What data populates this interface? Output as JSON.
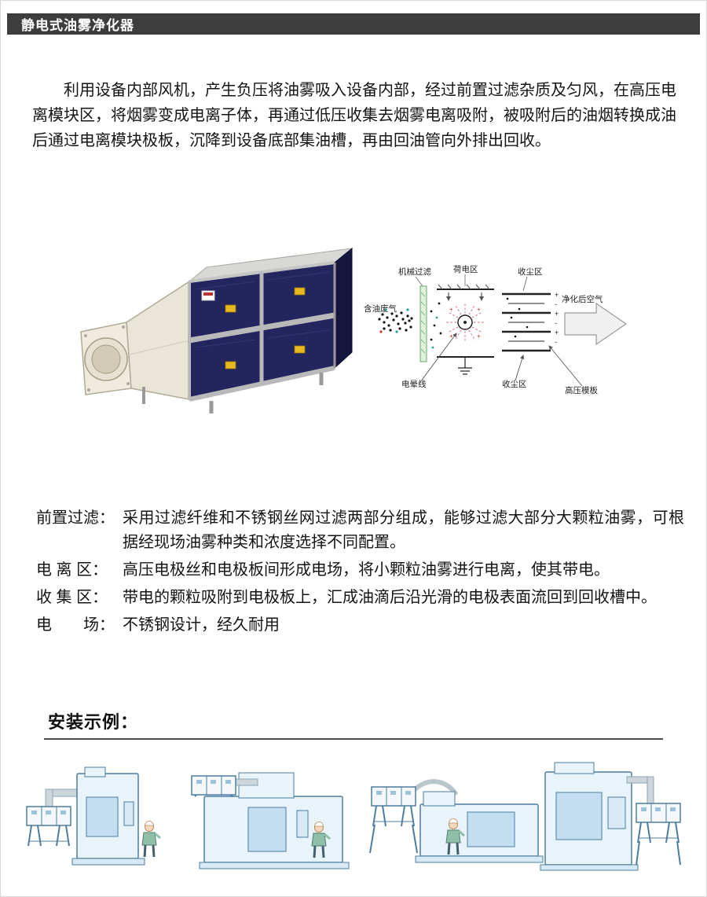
{
  "header": {
    "title": "静电式油雾净化器"
  },
  "intro": {
    "text": "利用设备内部风机，产生负压将油雾吸入设备内部，经过前置过滤杂质及匀风，在高压电离模块区，将烟雾变成电离子体，再通过低压收集去烟雾电离吸附，被吸附后的油烟转换成油后通过电离模块极板，沉降到设备底部集油槽，再由回油管向外排出回收。"
  },
  "diagram": {
    "label_mechanical_filter": "机械过滤",
    "label_charge_zone": "荷电区",
    "label_collect_zone_top": "收尘区",
    "label_inlet": "含油废气",
    "label_outlet": "净化后空气",
    "label_corona_wire": "电晕线",
    "label_collect_zone_bottom": "收尘区",
    "label_hv_plate": "高压模板"
  },
  "features": [
    {
      "term": "前置过滤：",
      "desc": "采用过滤纤维和不锈钢丝网过滤两部分组成，能够过滤大部分大颗粒油雾，可根据经现场油雾种类和浓度选择不同配置。"
    },
    {
      "term": "电 离 区：",
      "desc": "高压电极丝和电极板间形成电场，将小颗粒油雾进行电离，使其带电。"
    },
    {
      "term": "收 集 区：",
      "desc": "带电的颗粒吸附到电极板上，汇成油滴后沿光滑的电极表面流回到回收槽中。"
    },
    {
      "term": "电　　场：",
      "desc": "不锈钢设计，经久耐用"
    }
  ],
  "install": {
    "heading": "安装示例："
  },
  "colors": {
    "header_bar": "#3d3d3d",
    "module_navy": "#23255f",
    "machine_blue": "#e8f3fa",
    "machine_stroke": "#4d7da0"
  }
}
